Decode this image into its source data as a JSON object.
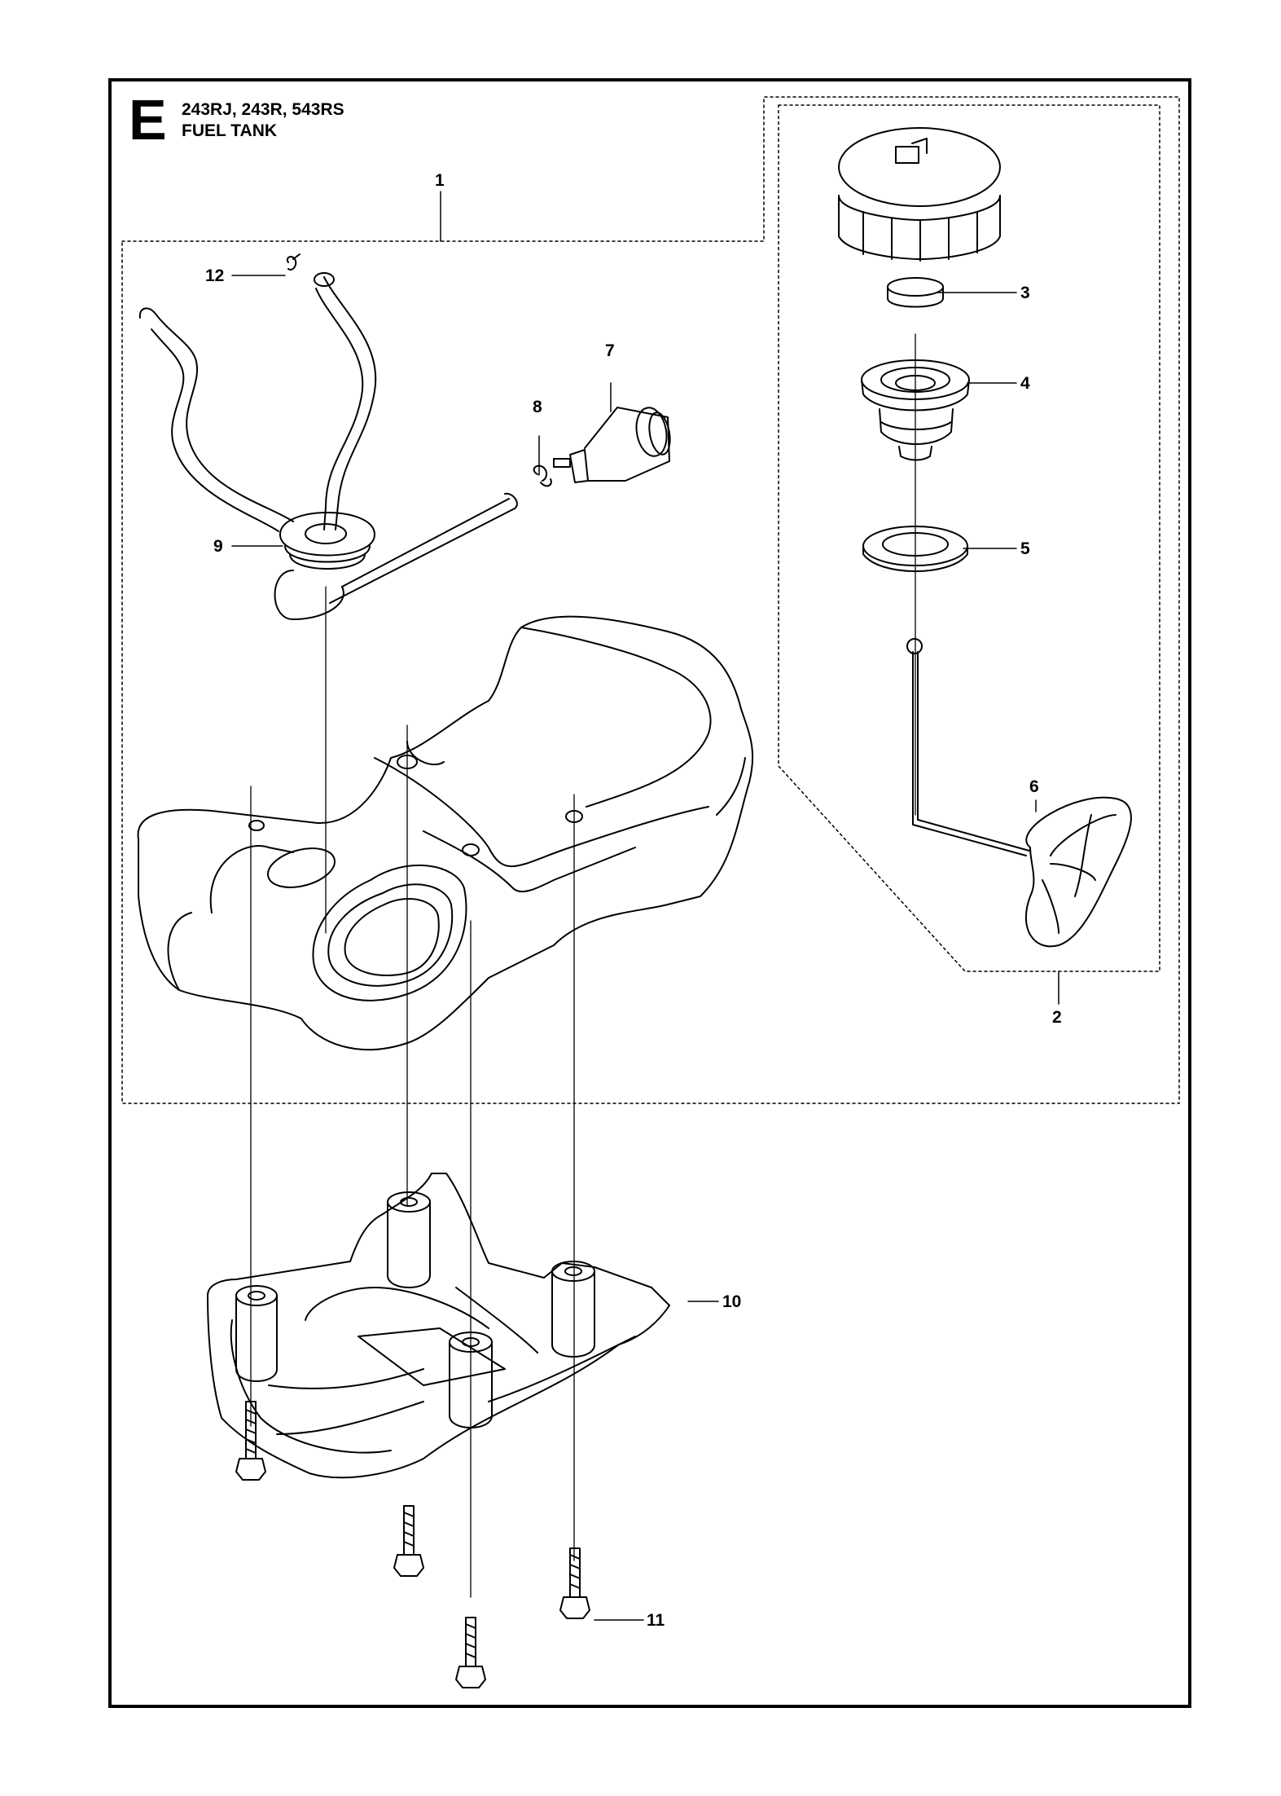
{
  "header": {
    "section_letter": "E",
    "models": "243RJ, 243R, 543RS",
    "title": "FUEL TANK"
  },
  "callouts": [
    "1",
    "2",
    "3",
    "4",
    "5",
    "6",
    "7",
    "8",
    "9",
    "10",
    "11",
    "12"
  ],
  "colors": {
    "line": "#000000",
    "paper": "#ffffff",
    "fill": "#ffffff"
  }
}
